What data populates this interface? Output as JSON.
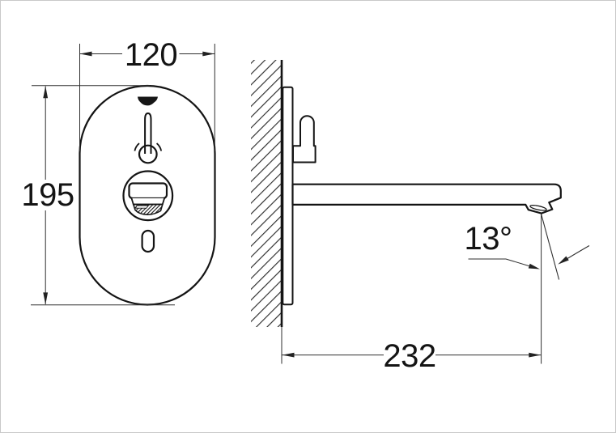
{
  "drawing": {
    "kind": "faucet-installation-dimension-drawing",
    "dimensions": {
      "front_width": "120",
      "front_height": "195",
      "spout_reach": "232",
      "spout_angle": "13°"
    },
    "icons": {
      "brand_mark": "grohe-logo-icon",
      "temperature_lever": "temperature-lever-icon",
      "spout_outlet_front": "spout-outlet-icon",
      "sensor_window": "sensor-window-icon",
      "wall_section": "wall-hatching"
    },
    "colors": {
      "line": "#141414",
      "dimension_line": "#2f2f2f",
      "background": "#ffffff",
      "canvas_border": "#c9c9c9"
    }
  }
}
